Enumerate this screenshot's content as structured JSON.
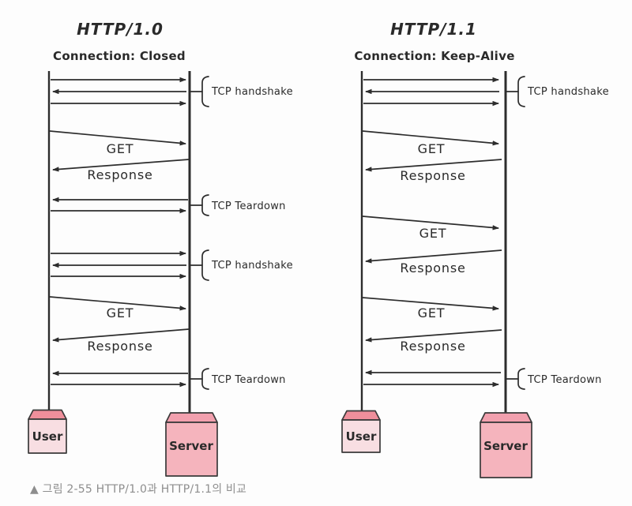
{
  "caption": "▲ 그림 2-55 HTTP/1.0과 HTTP/1.1의 비교",
  "colors": {
    "ink": "#2d2d2d",
    "user_box_top": "#ef8f9b",
    "user_box_body": "#f8dee2",
    "server_box_top": "#f2a0ae",
    "server_box_body": "#f5b4bd"
  },
  "left": {
    "title": "HTTP/1.0",
    "subtitle": "Connection: Closed",
    "user": "User",
    "server": "Server",
    "labels": {
      "handshake1": "TCP handshake",
      "teardown1": "TCP Teardown",
      "handshake2": "TCP handshake",
      "teardown2": "TCP Teardown",
      "get1": "GET",
      "response1": "Response",
      "get2": "GET",
      "response2": "Response"
    }
  },
  "right": {
    "title": "HTTP/1.1",
    "subtitle": "Connection: Keep-Alive",
    "user": "User",
    "server": "Server",
    "labels": {
      "handshake": "TCP handshake",
      "teardown": "TCP Teardown",
      "get1": "GET",
      "response1": "Response",
      "get2": "GET",
      "response2": "Response",
      "get3": "GET",
      "response3": "Response"
    }
  }
}
